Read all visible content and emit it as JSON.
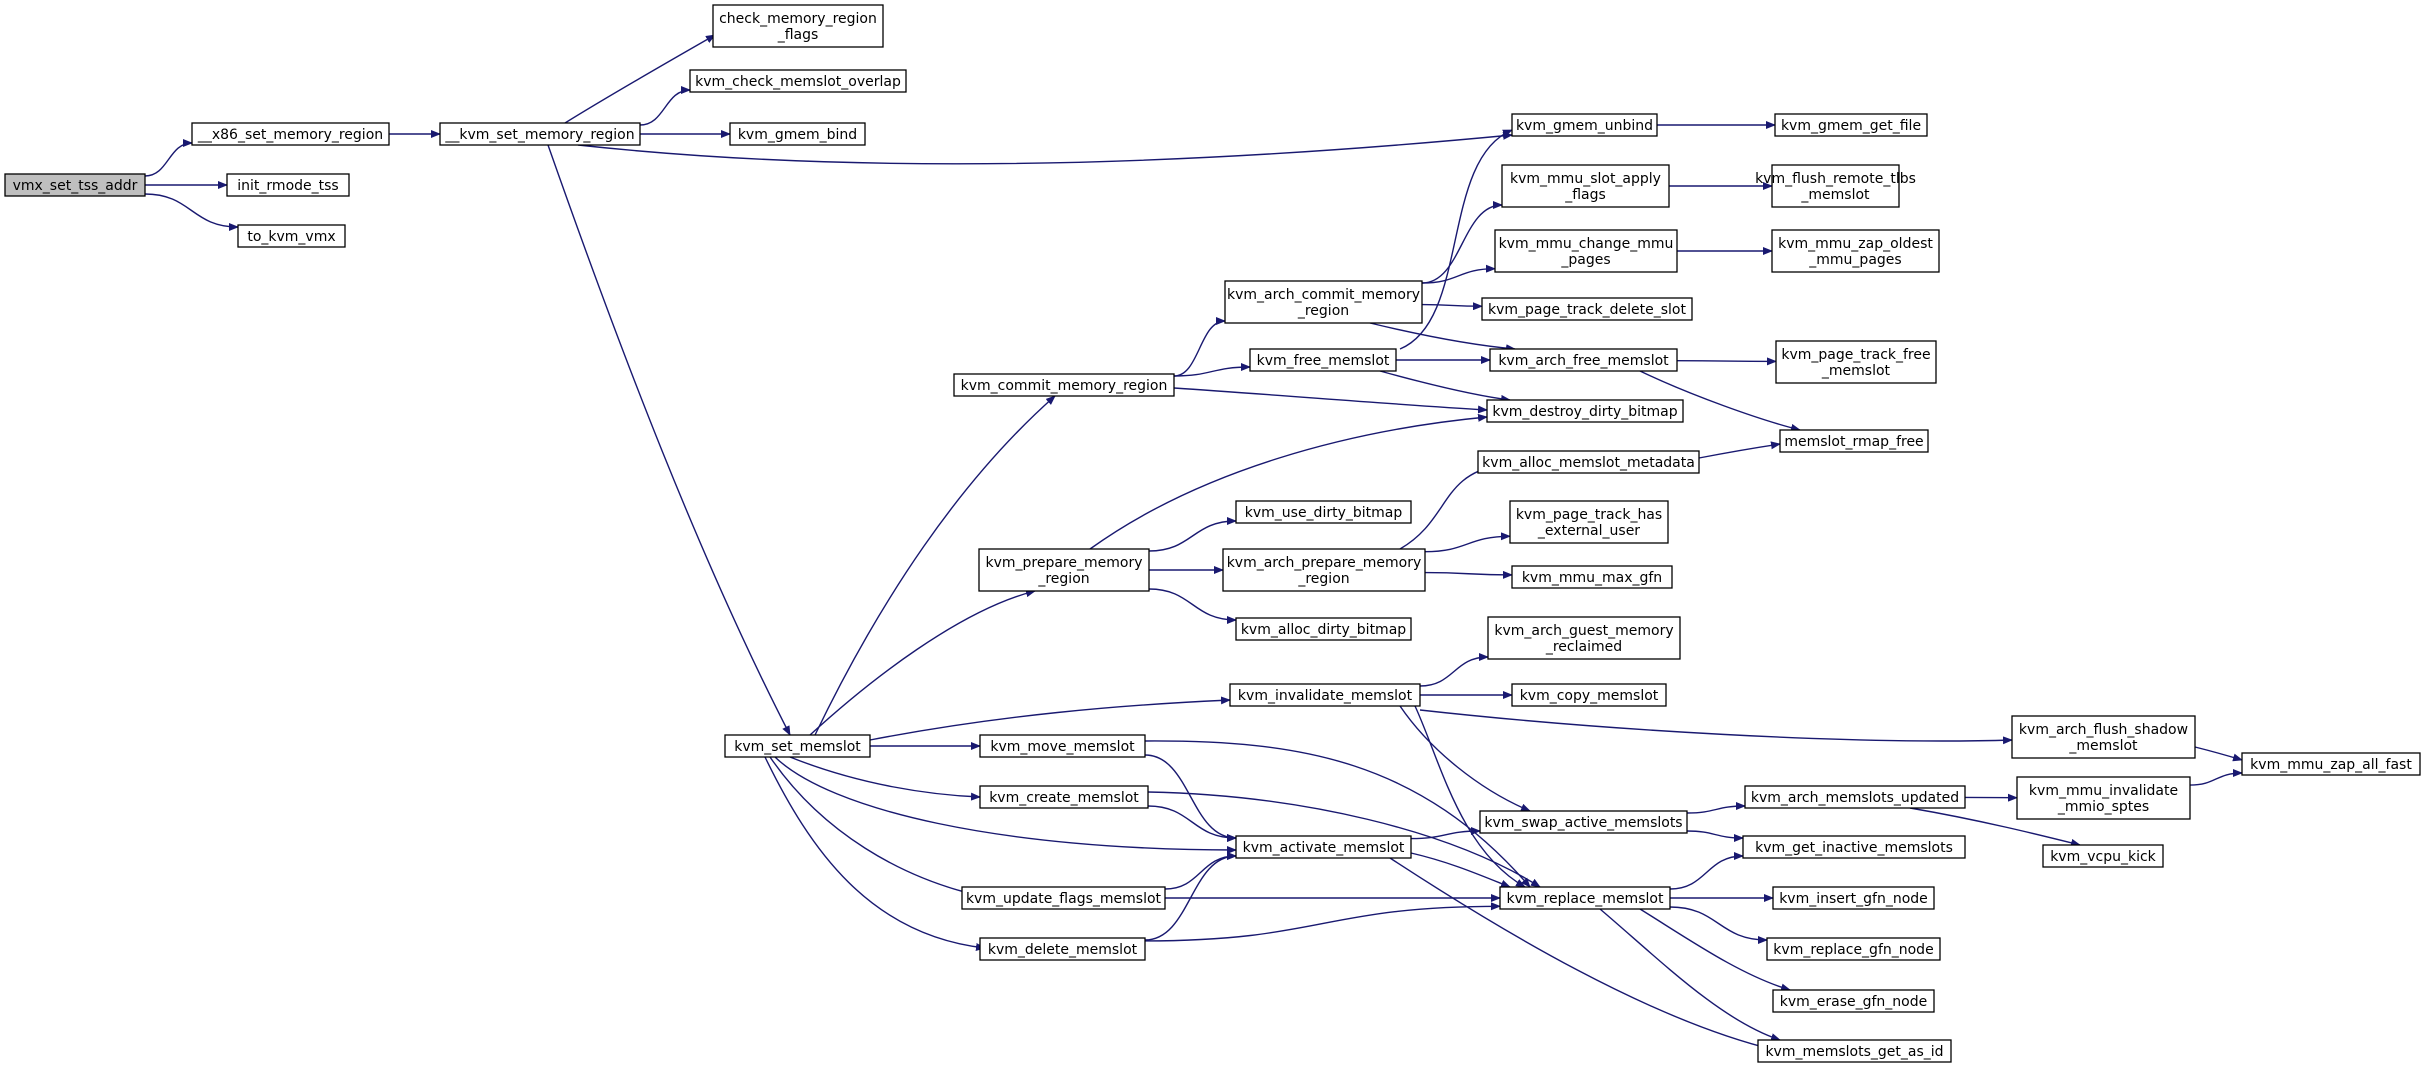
{
  "colors": {
    "edge": "#191970",
    "node_border": "#000000",
    "node_border_truncated": "#ff0000",
    "node_fill": "#ffffff",
    "focus_fill": "#bfbfbf"
  },
  "nodes": [
    {
      "id": "vmx_set_tss_addr",
      "lines": [
        "vmx_set_tss_addr"
      ],
      "focus": true
    },
    {
      "id": "x86_set_memory_region",
      "lines": [
        "__x86_set_memory_region"
      ]
    },
    {
      "id": "init_rmode_tss",
      "lines": [
        "init_rmode_tss"
      ]
    },
    {
      "id": "to_kvm_vmx",
      "lines": [
        "to_kvm_vmx"
      ]
    },
    {
      "id": "kvm_set_memory_region",
      "lines": [
        "__kvm_set_memory_region"
      ]
    },
    {
      "id": "check_memory_region_flags",
      "lines": [
        "check_memory_region",
        "_flags"
      ]
    },
    {
      "id": "kvm_check_memslot_overlap",
      "lines": [
        "kvm_check_memslot_overlap"
      ]
    },
    {
      "id": "kvm_gmem_bind",
      "lines": [
        "kvm_gmem_bind"
      ]
    },
    {
      "id": "kvm_gmem_unbind",
      "lines": [
        "kvm_gmem_unbind"
      ]
    },
    {
      "id": "kvm_gmem_get_file",
      "lines": [
        "kvm_gmem_get_file"
      ]
    },
    {
      "id": "kvm_mmu_slot_apply_flags",
      "lines": [
        "kvm_mmu_slot_apply",
        "_flags"
      ],
      "truncated": true
    },
    {
      "id": "kvm_flush_remote_tlbs_memslot",
      "lines": [
        "kvm_flush_remote_tlbs",
        "_memslot"
      ],
      "truncated": true
    },
    {
      "id": "kvm_mmu_change_mmu_pages",
      "lines": [
        "kvm_mmu_change_mmu",
        "_pages"
      ]
    },
    {
      "id": "kvm_mmu_zap_oldest_mmu_pages",
      "lines": [
        "kvm_mmu_zap_oldest",
        "_mmu_pages"
      ],
      "truncated": true
    },
    {
      "id": "kvm_arch_commit_memory_region",
      "lines": [
        "kvm_arch_commit_memory",
        "_region"
      ]
    },
    {
      "id": "kvm_page_track_delete_slot",
      "lines": [
        "kvm_page_track_delete_slot"
      ]
    },
    {
      "id": "kvm_free_memslot",
      "lines": [
        "kvm_free_memslot"
      ]
    },
    {
      "id": "kvm_arch_free_memslot",
      "lines": [
        "kvm_arch_free_memslot"
      ]
    },
    {
      "id": "kvm_page_track_free_memslot",
      "lines": [
        "kvm_page_track_free",
        "_memslot"
      ]
    },
    {
      "id": "kvm_commit_memory_region",
      "lines": [
        "kvm_commit_memory_region"
      ]
    },
    {
      "id": "kvm_destroy_dirty_bitmap",
      "lines": [
        "kvm_destroy_dirty_bitmap"
      ]
    },
    {
      "id": "kvm_alloc_memslot_metadata",
      "lines": [
        "kvm_alloc_memslot_metadata"
      ],
      "truncated": true
    },
    {
      "id": "memslot_rmap_free",
      "lines": [
        "memslot_rmap_free"
      ]
    },
    {
      "id": "kvm_use_dirty_bitmap",
      "lines": [
        "kvm_use_dirty_bitmap"
      ]
    },
    {
      "id": "kvm_page_track_has_external_user",
      "lines": [
        "kvm_page_track_has",
        "_external_user"
      ]
    },
    {
      "id": "kvm_prepare_memory_region",
      "lines": [
        "kvm_prepare_memory",
        "_region"
      ]
    },
    {
      "id": "kvm_arch_prepare_memory_region",
      "lines": [
        "kvm_arch_prepare_memory",
        "_region"
      ]
    },
    {
      "id": "kvm_mmu_max_gfn",
      "lines": [
        "kvm_mmu_max_gfn"
      ]
    },
    {
      "id": "kvm_alloc_dirty_bitmap",
      "lines": [
        "kvm_alloc_dirty_bitmap"
      ]
    },
    {
      "id": "kvm_arch_guest_memory_reclaimed",
      "lines": [
        "kvm_arch_guest_memory",
        "_reclaimed"
      ]
    },
    {
      "id": "kvm_invalidate_memslot",
      "lines": [
        "kvm_invalidate_memslot"
      ]
    },
    {
      "id": "kvm_copy_memslot",
      "lines": [
        "kvm_copy_memslot"
      ]
    },
    {
      "id": "kvm_arch_flush_shadow_memslot",
      "lines": [
        "kvm_arch_flush_shadow",
        "_memslot"
      ]
    },
    {
      "id": "kvm_mmu_zap_all_fast",
      "lines": [
        "kvm_mmu_zap_all_fast"
      ],
      "truncated": true
    },
    {
      "id": "kvm_set_memslot",
      "lines": [
        "kvm_set_memslot"
      ]
    },
    {
      "id": "kvm_move_memslot",
      "lines": [
        "kvm_move_memslot"
      ]
    },
    {
      "id": "kvm_create_memslot",
      "lines": [
        "kvm_create_memslot"
      ]
    },
    {
      "id": "kvm_swap_active_memslots",
      "lines": [
        "kvm_swap_active_memslots"
      ]
    },
    {
      "id": "kvm_arch_memslots_updated",
      "lines": [
        "kvm_arch_memslots_updated"
      ]
    },
    {
      "id": "kvm_mmu_invalidate_mmio_sptes",
      "lines": [
        "kvm_mmu_invalidate",
        "_mmio_sptes"
      ]
    },
    {
      "id": "kvm_activate_memslot",
      "lines": [
        "kvm_activate_memslot"
      ]
    },
    {
      "id": "kvm_get_inactive_memslots",
      "lines": [
        "kvm_get_inactive_memslots"
      ]
    },
    {
      "id": "kvm_vcpu_kick",
      "lines": [
        "kvm_vcpu_kick"
      ],
      "truncated": true
    },
    {
      "id": "kvm_update_flags_memslot",
      "lines": [
        "kvm_update_flags_memslot"
      ]
    },
    {
      "id": "kvm_replace_memslot",
      "lines": [
        "kvm_replace_memslot"
      ]
    },
    {
      "id": "kvm_insert_gfn_node",
      "lines": [
        "kvm_insert_gfn_node"
      ]
    },
    {
      "id": "kvm_delete_memslot",
      "lines": [
        "kvm_delete_memslot"
      ]
    },
    {
      "id": "kvm_replace_gfn_node",
      "lines": [
        "kvm_replace_gfn_node"
      ]
    },
    {
      "id": "kvm_erase_gfn_node",
      "lines": [
        "kvm_erase_gfn_node"
      ]
    },
    {
      "id": "kvm_memslots_get_as_id",
      "lines": [
        "kvm_memslots_get_as_id"
      ]
    }
  ],
  "edges": [
    [
      "vmx_set_tss_addr",
      "x86_set_memory_region"
    ],
    [
      "vmx_set_tss_addr",
      "init_rmode_tss"
    ],
    [
      "vmx_set_tss_addr",
      "to_kvm_vmx"
    ],
    [
      "x86_set_memory_region",
      "kvm_set_memory_region"
    ],
    [
      "kvm_set_memory_region",
      "check_memory_region_flags"
    ],
    [
      "kvm_set_memory_region",
      "kvm_check_memslot_overlap"
    ],
    [
      "kvm_set_memory_region",
      "kvm_gmem_bind"
    ],
    [
      "kvm_set_memory_region",
      "kvm_gmem_unbind"
    ],
    [
      "kvm_set_memory_region",
      "kvm_set_memslot"
    ],
    [
      "kvm_gmem_unbind",
      "kvm_gmem_get_file"
    ],
    [
      "kvm_mmu_slot_apply_flags",
      "kvm_flush_remote_tlbs_memslot"
    ],
    [
      "kvm_mmu_change_mmu_pages",
      "kvm_mmu_zap_oldest_mmu_pages"
    ],
    [
      "kvm_arch_commit_memory_region",
      "kvm_mmu_slot_apply_flags"
    ],
    [
      "kvm_arch_commit_memory_region",
      "kvm_mmu_change_mmu_pages"
    ],
    [
      "kvm_arch_commit_memory_region",
      "kvm_page_track_delete_slot"
    ],
    [
      "kvm_arch_commit_memory_region",
      "kvm_arch_free_memslot"
    ],
    [
      "kvm_free_memslot",
      "kvm_gmem_unbind"
    ],
    [
      "kvm_free_memslot",
      "kvm_arch_free_memslot"
    ],
    [
      "kvm_free_memslot",
      "kvm_destroy_dirty_bitmap"
    ],
    [
      "kvm_arch_free_memslot",
      "kvm_page_track_free_memslot"
    ],
    [
      "kvm_arch_free_memslot",
      "memslot_rmap_free"
    ],
    [
      "kvm_commit_memory_region",
      "kvm_arch_commit_memory_region"
    ],
    [
      "kvm_commit_memory_region",
      "kvm_free_memslot"
    ],
    [
      "kvm_commit_memory_region",
      "kvm_destroy_dirty_bitmap"
    ],
    [
      "kvm_alloc_memslot_metadata",
      "memslot_rmap_free"
    ],
    [
      "kvm_prepare_memory_region",
      "kvm_destroy_dirty_bitmap"
    ],
    [
      "kvm_prepare_memory_region",
      "kvm_use_dirty_bitmap"
    ],
    [
      "kvm_prepare_memory_region",
      "kvm_arch_prepare_memory_region"
    ],
    [
      "kvm_prepare_memory_region",
      "kvm_alloc_dirty_bitmap"
    ],
    [
      "kvm_arch_prepare_memory_region",
      "kvm_alloc_memslot_metadata"
    ],
    [
      "kvm_arch_prepare_memory_region",
      "kvm_page_track_has_external_user"
    ],
    [
      "kvm_arch_prepare_memory_region",
      "kvm_mmu_max_gfn"
    ],
    [
      "kvm_invalidate_memslot",
      "kvm_arch_guest_memory_reclaimed"
    ],
    [
      "kvm_invalidate_memslot",
      "kvm_copy_memslot"
    ],
    [
      "kvm_invalidate_memslot",
      "kvm_arch_flush_shadow_memslot"
    ],
    [
      "kvm_invalidate_memslot",
      "kvm_swap_active_memslots"
    ],
    [
      "kvm_invalidate_memslot",
      "kvm_replace_memslot"
    ],
    [
      "kvm_arch_flush_shadow_memslot",
      "kvm_mmu_zap_all_fast"
    ],
    [
      "kvm_set_memslot",
      "kvm_commit_memory_region"
    ],
    [
      "kvm_set_memslot",
      "kvm_prepare_memory_region"
    ],
    [
      "kvm_set_memslot",
      "kvm_invalidate_memslot"
    ],
    [
      "kvm_set_memslot",
      "kvm_move_memslot"
    ],
    [
      "kvm_set_memslot",
      "kvm_create_memslot"
    ],
    [
      "kvm_set_memslot",
      "kvm_activate_memslot"
    ],
    [
      "kvm_set_memslot",
      "kvm_update_flags_memslot"
    ],
    [
      "kvm_set_memslot",
      "kvm_delete_memslot"
    ],
    [
      "kvm_move_memslot",
      "kvm_activate_memslot"
    ],
    [
      "kvm_move_memslot",
      "kvm_replace_memslot"
    ],
    [
      "kvm_create_memslot",
      "kvm_activate_memslot"
    ],
    [
      "kvm_create_memslot",
      "kvm_replace_memslot"
    ],
    [
      "kvm_swap_active_memslots",
      "kvm_arch_memslots_updated"
    ],
    [
      "kvm_swap_active_memslots",
      "kvm_get_inactive_memslots"
    ],
    [
      "kvm_arch_memslots_updated",
      "kvm_mmu_invalidate_mmio_sptes"
    ],
    [
      "kvm_arch_memslots_updated",
      "kvm_vcpu_kick"
    ],
    [
      "kvm_mmu_invalidate_mmio_sptes",
      "kvm_mmu_zap_all_fast"
    ],
    [
      "kvm_activate_memslot",
      "kvm_swap_active_memslots"
    ],
    [
      "kvm_activate_memslot",
      "kvm_replace_memslot"
    ],
    [
      "kvm_activate_memslot",
      "kvm_memslots_get_as_id"
    ],
    [
      "kvm_update_flags_memslot",
      "kvm_activate_memslot"
    ],
    [
      "kvm_update_flags_memslot",
      "kvm_replace_memslot"
    ],
    [
      "kvm_delete_memslot",
      "kvm_activate_memslot"
    ],
    [
      "kvm_delete_memslot",
      "kvm_replace_memslot"
    ],
    [
      "kvm_replace_memslot",
      "kvm_get_inactive_memslots"
    ],
    [
      "kvm_replace_memslot",
      "kvm_insert_gfn_node"
    ],
    [
      "kvm_replace_memslot",
      "kvm_replace_gfn_node"
    ],
    [
      "kvm_replace_memslot",
      "kvm_erase_gfn_node"
    ],
    [
      "kvm_replace_memslot",
      "kvm_memslots_get_as_id"
    ]
  ]
}
